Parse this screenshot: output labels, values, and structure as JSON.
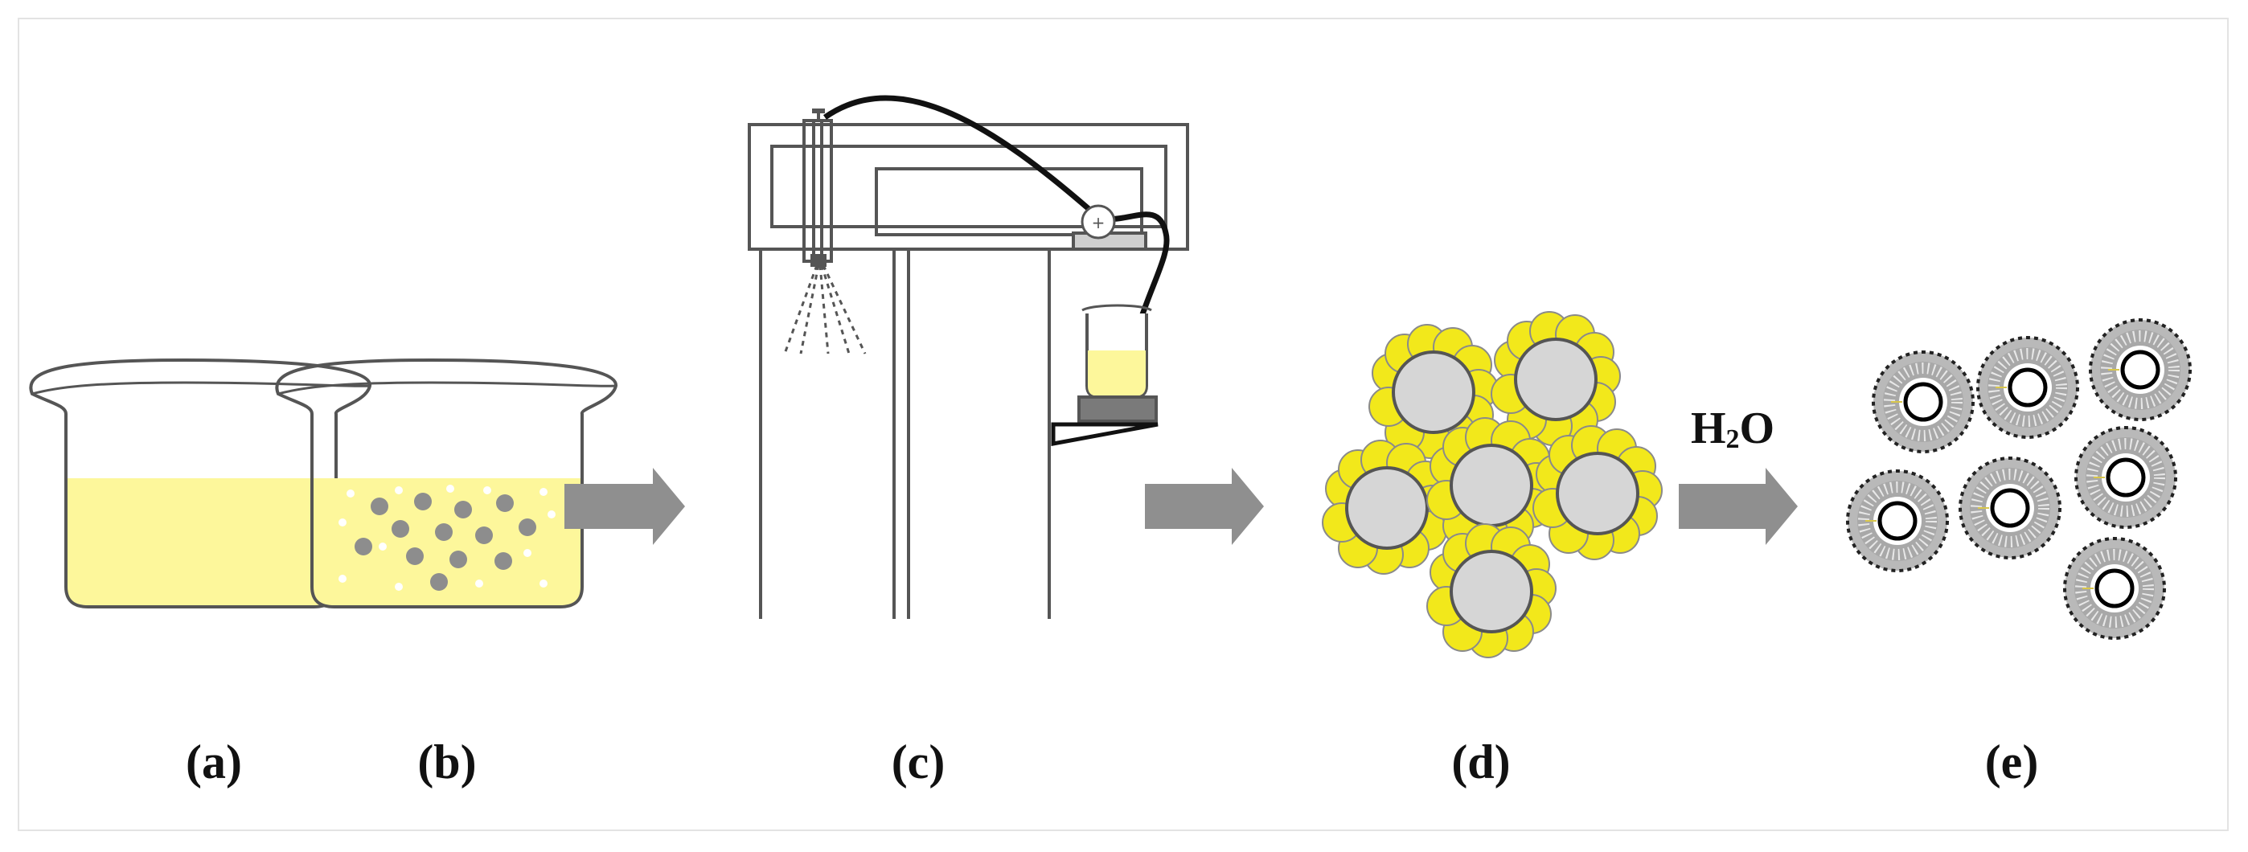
{
  "labels": {
    "a": "(a)",
    "b": "(b)",
    "c": "(c)",
    "d": "(d)",
    "e": "(e)"
  },
  "arrow_label": {
    "main": "H",
    "subscript": "2",
    "tail": "O"
  },
  "colors": {
    "solution_yellow": "#fdf79b",
    "coating_yellow": "#f2e81b",
    "particle_gray": "#d6d6d6",
    "arrow_gray": "#8f8f8f",
    "frame_border": "#e3e3e3"
  }
}
